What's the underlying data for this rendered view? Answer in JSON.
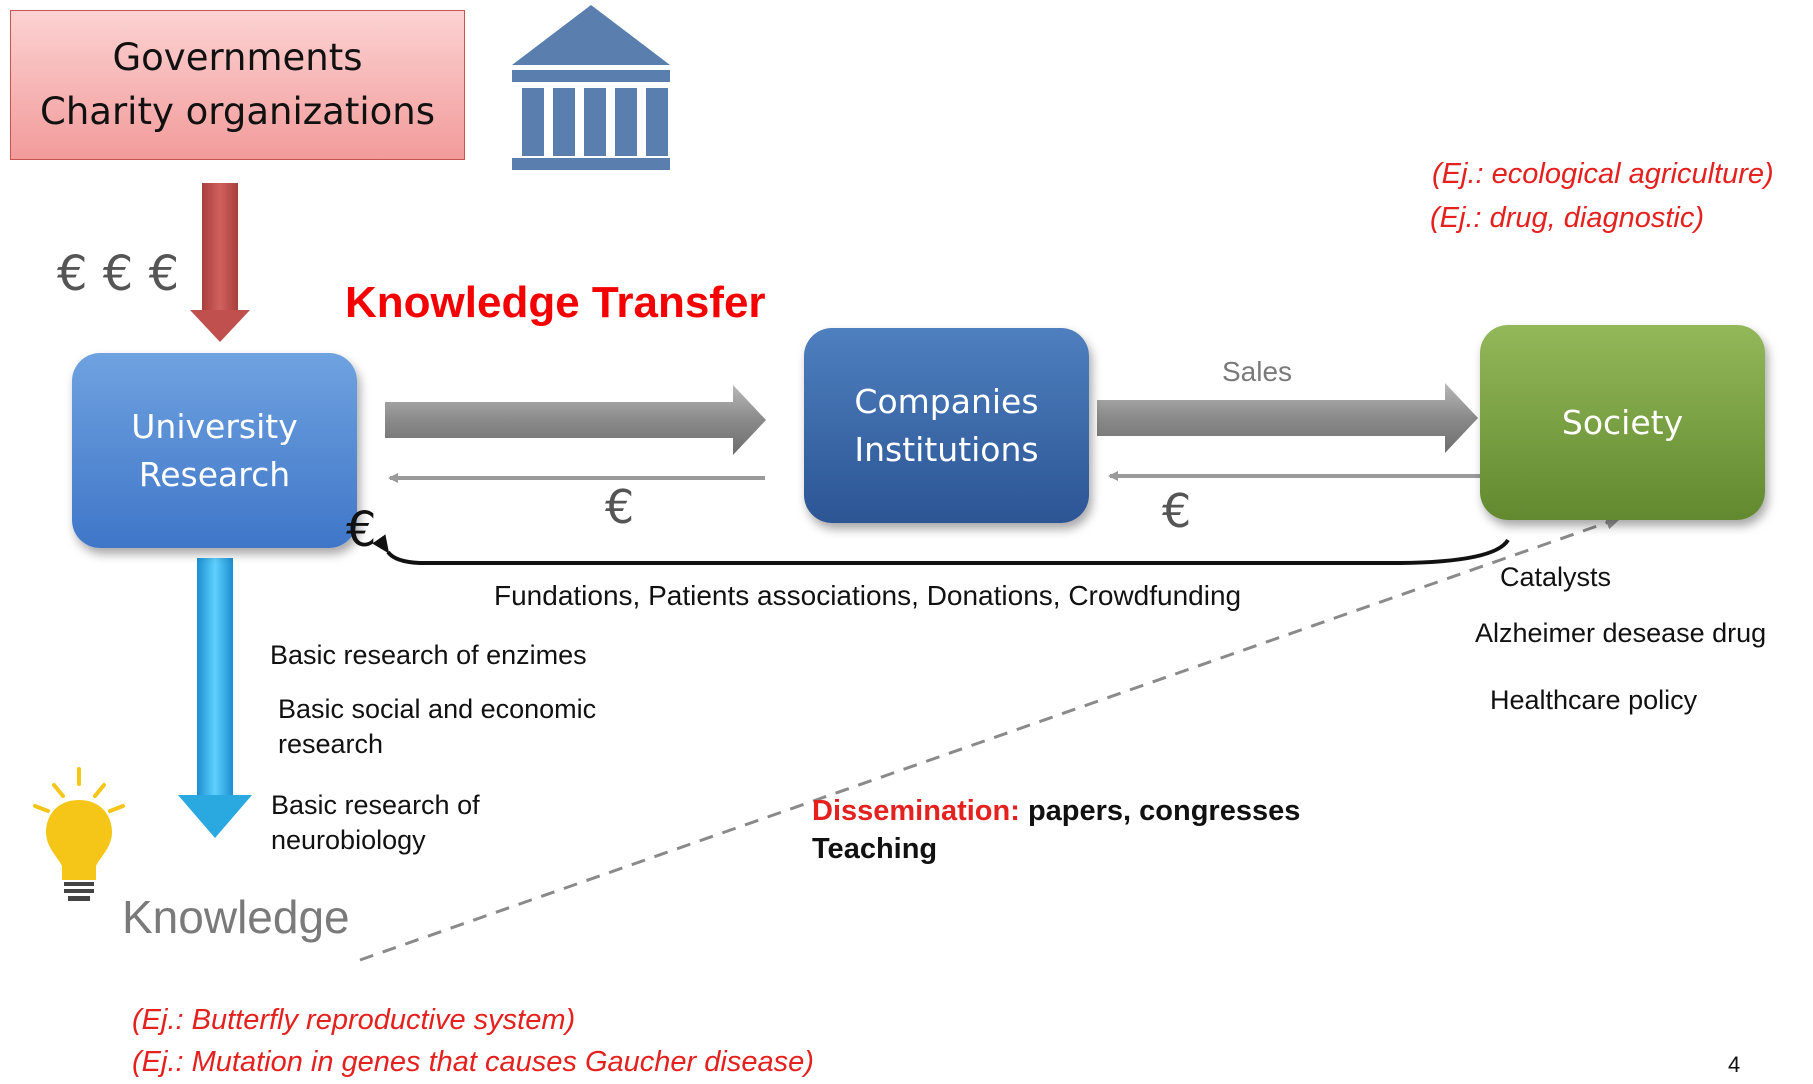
{
  "governments": {
    "line1": "Governments",
    "line2": "Charity organizations"
  },
  "euros": {
    "top": "€ € €",
    "univ_company": "€",
    "company_society": "€",
    "return": "€"
  },
  "knowledge_transfer": "Knowledge Transfer",
  "nodes": {
    "university": {
      "line1": "University",
      "line2": "Research"
    },
    "companies": {
      "line1": "Companies",
      "line2": "Institutions"
    },
    "society": {
      "line1": "Society"
    }
  },
  "sales": "Sales",
  "funding": "Fundations, Patients associations, Donations, Crowdfunding",
  "examples_society": {
    "line1": "(Ej.: ecological agriculture)",
    "line2": "(Ej.: drug, diagnostic)"
  },
  "society_outputs": [
    "Catalysts",
    "Alzheimer desease drug",
    "Healthcare policy"
  ],
  "basic_research": {
    "item1": "Basic research of enzimes",
    "item2_line1": "Basic social and economic",
    "item2_line2": "research",
    "item3_line1": "Basic research of",
    "item3_line2": "neurobiology"
  },
  "dissemination": {
    "label": "Dissemination",
    "colon": ":",
    "rest": " papers, congresses",
    "line2": "Teaching"
  },
  "knowledge": "Knowledge",
  "examples_knowledge": {
    "line1": "(Ej.: Butterfly reproductive system)",
    "line2": "(Ej.: Mutation in genes that causes Gaucher disease)"
  },
  "page_number": "4",
  "colors": {
    "university": "#4a80cc",
    "companies": "#3a67a8",
    "society": "#76a03e",
    "government": "#f6b2b2",
    "accent_red": "#e4211e",
    "arrow_gray": "#8c8c8c",
    "down_arrow_red": "#c0504d",
    "knowledge_arrow": "#29aee6",
    "bulb": "#f5c518",
    "bank_icon": "#5a7fae"
  }
}
